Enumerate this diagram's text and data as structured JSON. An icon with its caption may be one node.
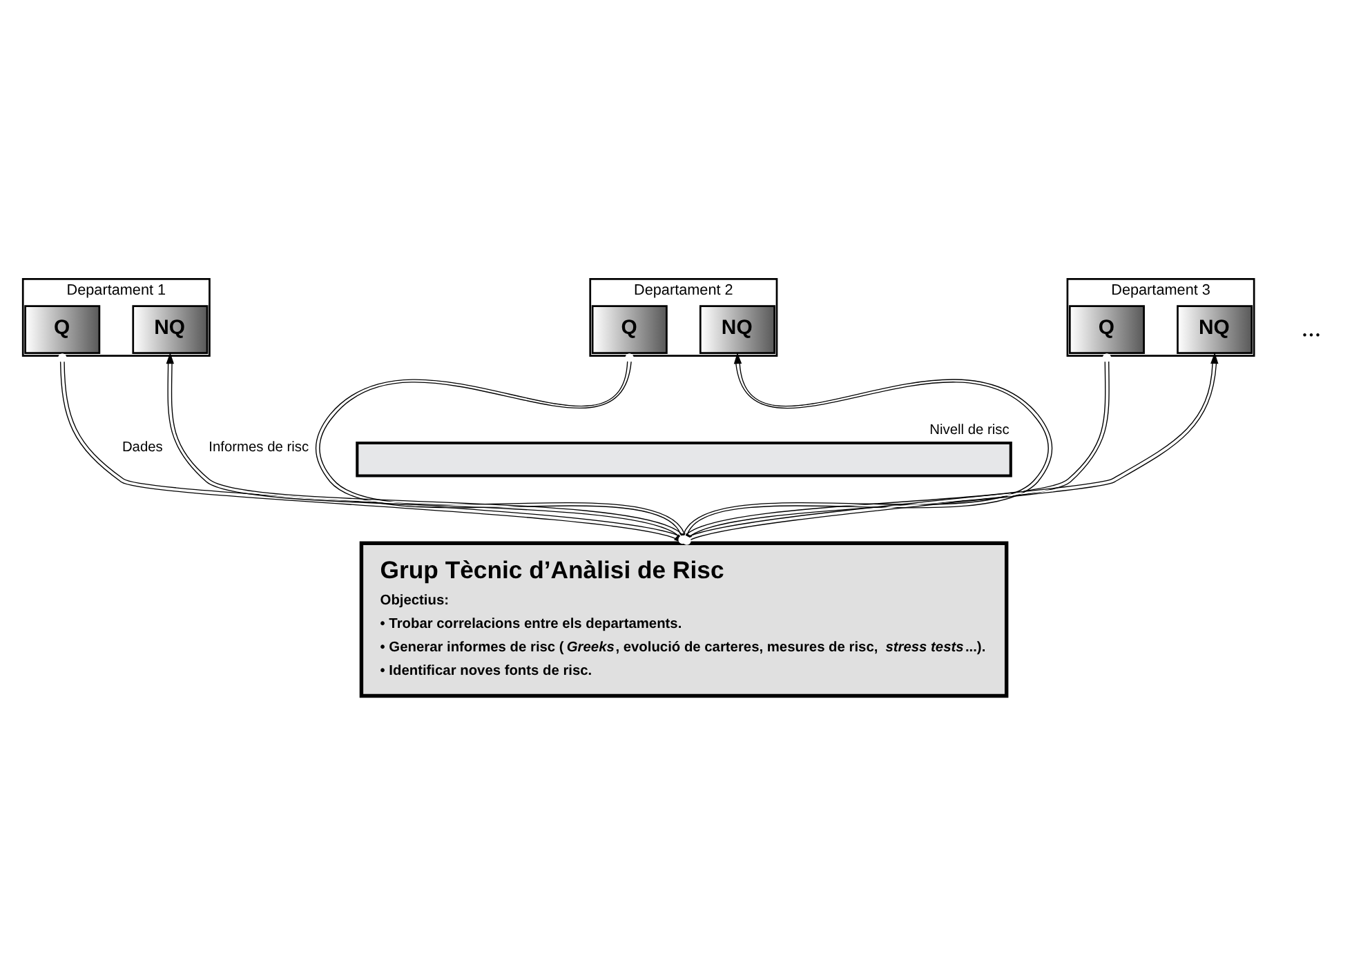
{
  "diagram": {
    "nodes": [
      {
        "text": [
          "Departament 1"
        ]
      },
      {
        "text": [
          "Q"
        ],
        "in": 0
      },
      {
        "text": [
          "NQ"
        ],
        "in": 0
      },
      {
        "text": [
          "Departament 2"
        ]
      },
      {
        "text": [
          "Q"
        ],
        "in": 3
      },
      {
        "text": [
          "NQ"
        ],
        "in": 3
      },
      {
        "text": [
          "Departament 3"
        ]
      },
      {
        "text": [
          "Q"
        ],
        "in": 6
      },
      {
        "text": [
          "NQ"
        ],
        "in": 6
      },
      {
        "text": [
          "Nivell de risc"
        ]
      },
      {
        "text": [
          "Grup Tècnic d’Anàlisi de Risc",
          "Objectius:",
          "• Trobar correlacions entre els departaments.",
          "• Generar informes de risc (*Greeks*, evolució de carteres, mesures de risc, *stress tests*...).",
          "• Identificar noves fonts de risc."
        ]
      }
    ],
    "edges": [
      {
        "from": 1,
        "to": 10,
        "arrow": "to",
        "label": "Dades"
      },
      {
        "from": 10,
        "to": 2,
        "arrow": "to",
        "label": "Informes de risc"
      },
      {
        "from": 4,
        "to": 10,
        "arrow": "to"
      },
      {
        "from": 10,
        "to": 5,
        "arrow": "to"
      },
      {
        "from": 7,
        "to": 10,
        "arrow": "to"
      },
      {
        "from": 10,
        "to": 8,
        "arrow": "to"
      }
    ],
    "labels": [
      "..."
    ]
  }
}
